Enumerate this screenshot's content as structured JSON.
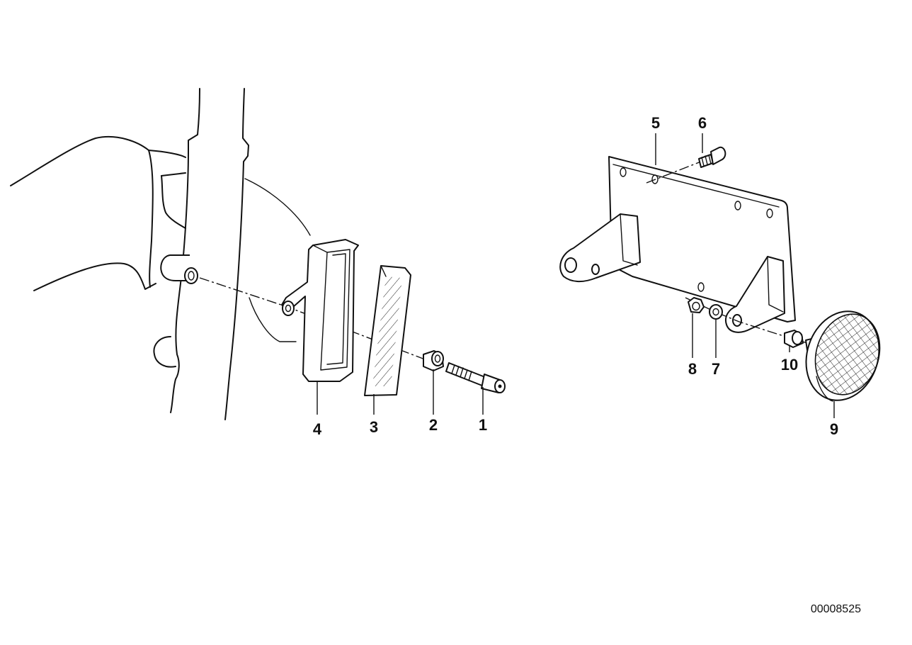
{
  "callouts": {
    "part_1": "1",
    "part_2": "2",
    "part_3": "3",
    "part_4": "4",
    "part_5": "5",
    "part_6": "6",
    "part_7": "7",
    "part_8": "8",
    "part_9": "9",
    "part_10": "10"
  },
  "drawing_number": "00008525"
}
